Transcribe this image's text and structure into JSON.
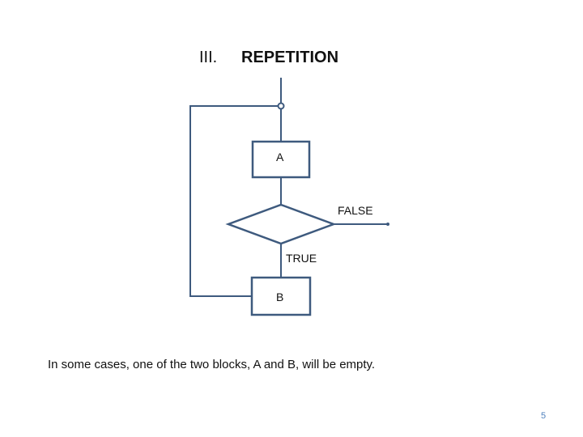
{
  "slide": {
    "title_number": "III.",
    "title": "REPETITION",
    "block_a": "A",
    "block_b": "B",
    "false_label": "FALSE",
    "true_label": "TRUE",
    "caption": "In some cases, one of the two blocks, A and B, will be empty.",
    "page_number": "5"
  },
  "colors": {
    "stroke": "#3e5a7e",
    "page_number": "#4f81bd"
  }
}
